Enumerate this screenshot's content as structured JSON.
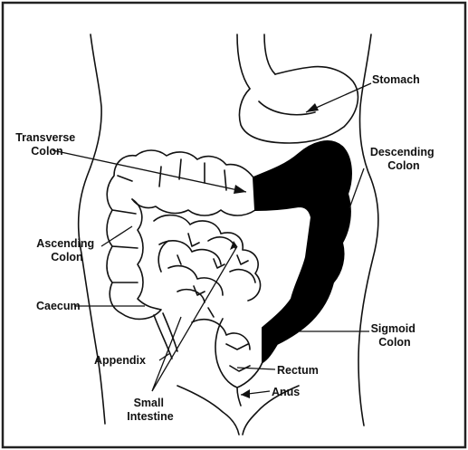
{
  "labels": {
    "stomach": "Stomach",
    "transverse_colon": [
      "Transverse",
      "Colon"
    ],
    "descending_colon": [
      "Descending",
      "Colon"
    ],
    "ascending_colon": [
      "Ascending",
      "Colon"
    ],
    "caecum": "Caecum",
    "sigmoid_colon": [
      "Sigmoid",
      "Colon"
    ],
    "appendix": "Appendix",
    "rectum": "Rectum",
    "anus": "Anus",
    "small_intestine": [
      "Small",
      "Intestine"
    ]
  },
  "colors": {
    "line": "#111111",
    "highlight": "#000000",
    "border": "#222222",
    "background": "#ffffff"
  }
}
